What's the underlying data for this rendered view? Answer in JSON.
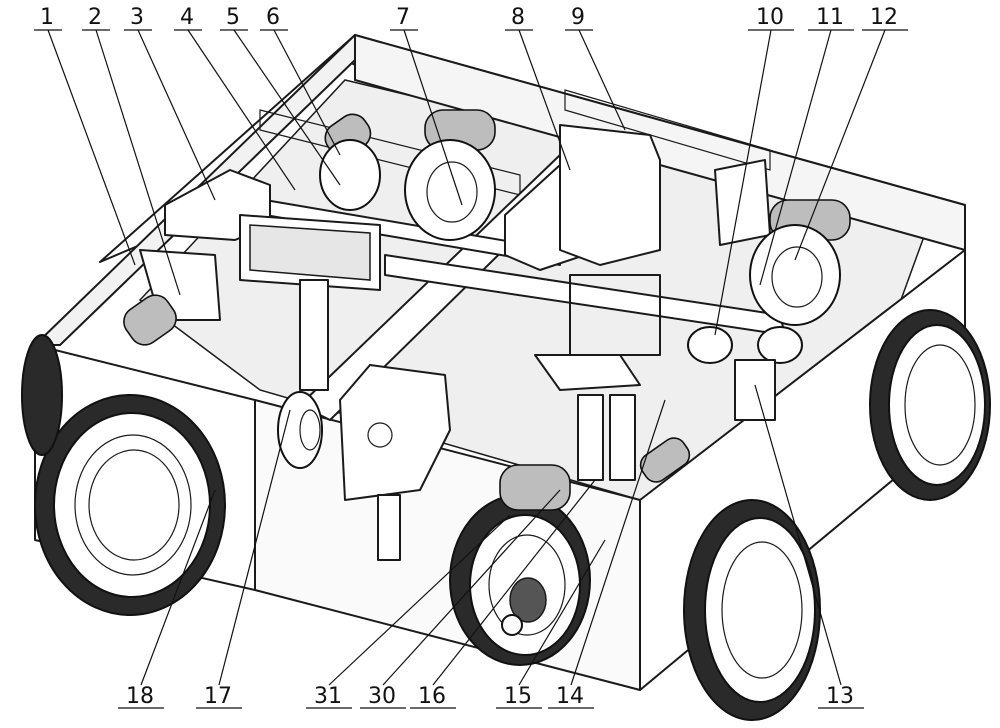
{
  "figure": {
    "labels": [
      {
        "id": "1",
        "text": "1"
      },
      {
        "id": "2",
        "text": "2"
      },
      {
        "id": "3",
        "text": "3"
      },
      {
        "id": "4",
        "text": "4"
      },
      {
        "id": "5",
        "text": "5"
      },
      {
        "id": "6",
        "text": "6"
      },
      {
        "id": "7",
        "text": "7"
      },
      {
        "id": "8",
        "text": "8"
      },
      {
        "id": "9",
        "text": "9"
      },
      {
        "id": "10",
        "text": "10"
      },
      {
        "id": "11",
        "text": "11"
      },
      {
        "id": "12",
        "text": "12"
      },
      {
        "id": "13",
        "text": "13"
      },
      {
        "id": "14",
        "text": "14"
      },
      {
        "id": "15",
        "text": "15"
      },
      {
        "id": "16",
        "text": "16"
      },
      {
        "id": "30",
        "text": "30"
      },
      {
        "id": "31",
        "text": "31"
      },
      {
        "id": "17",
        "text": "17"
      },
      {
        "id": "18",
        "text": "18"
      }
    ]
  }
}
